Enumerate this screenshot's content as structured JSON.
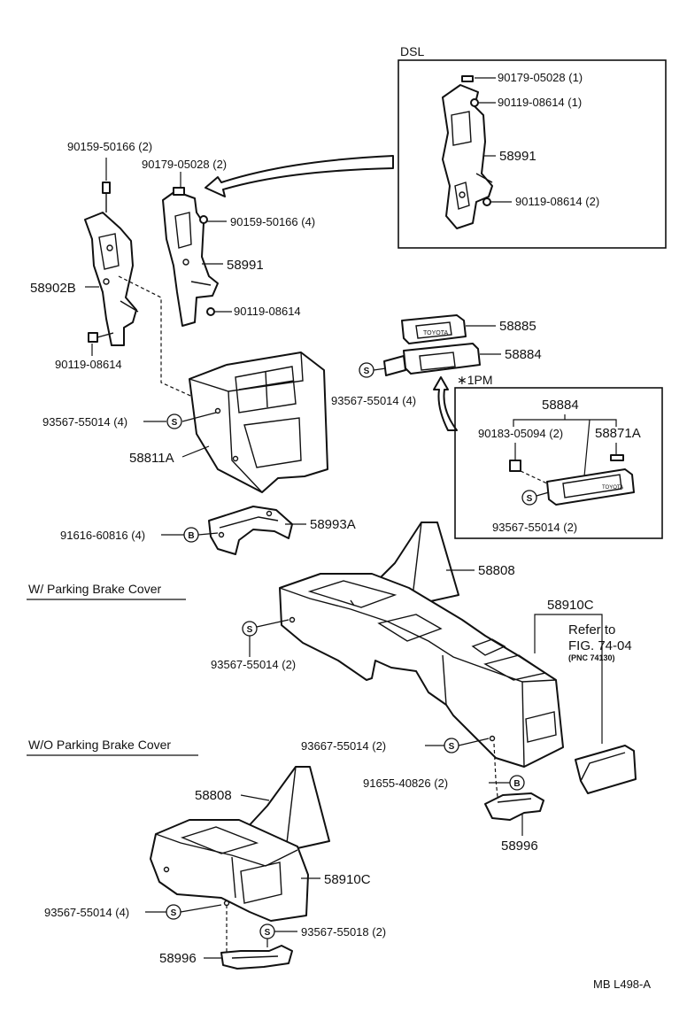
{
  "diagram": {
    "sections": {
      "dsl": "DSL",
      "pm": "∗1PM",
      "with_cover": "W/ Parking Brake Cover",
      "without_cover": "W/O Parking Brake Cover"
    },
    "labels": {
      "p90179_dsl": "90179-05028 (1)",
      "p90119_dsl1": "90119-08614 (1)",
      "p58991_dsl": "58991",
      "p90119_dsl2": "90119-08614 (2)",
      "p90159_2": "90159-50166 (2)",
      "p90179_2": "90179-05028 (2)",
      "p90159_4": "90159-50166 (4)",
      "p58991": "58991",
      "p58902B": "58902B",
      "p90119_a": "90119-08614",
      "p90119_b": "90119-08614",
      "p58885": "58885",
      "p58884": "58884",
      "p93567_4a": "93567-55014 (4)",
      "p93567_4b": "93567-55014 (4)",
      "p58884_pm": "58884",
      "p90183": "90183-05094 (2)",
      "p58871A": "58871A",
      "p93567_pm": "93567-55014 (2)",
      "p58811A": "58811A",
      "p91616": "91616-60816 (4)",
      "p58993A": "58993A",
      "p58808_a": "58808",
      "p58910C_a": "58910C",
      "refer1": "Refer to",
      "refer2": "FIG. 74-04",
      "refer3": "(PNC 74130)",
      "p93567_2a": "93567-55014 (2)",
      "p93667": "93667-55014 (2)",
      "p91655": "91655-40826 (2)",
      "p58996_a": "58996",
      "p58808_b": "58808",
      "p58910C_b": "58910C",
      "p93567_4c": "93567-55014 (4)",
      "p93567_18": "93567-55018 (2)",
      "p58996_b": "58996",
      "footer": "MB  L498-A"
    },
    "symbols": {
      "s": "S",
      "b": "B"
    }
  }
}
